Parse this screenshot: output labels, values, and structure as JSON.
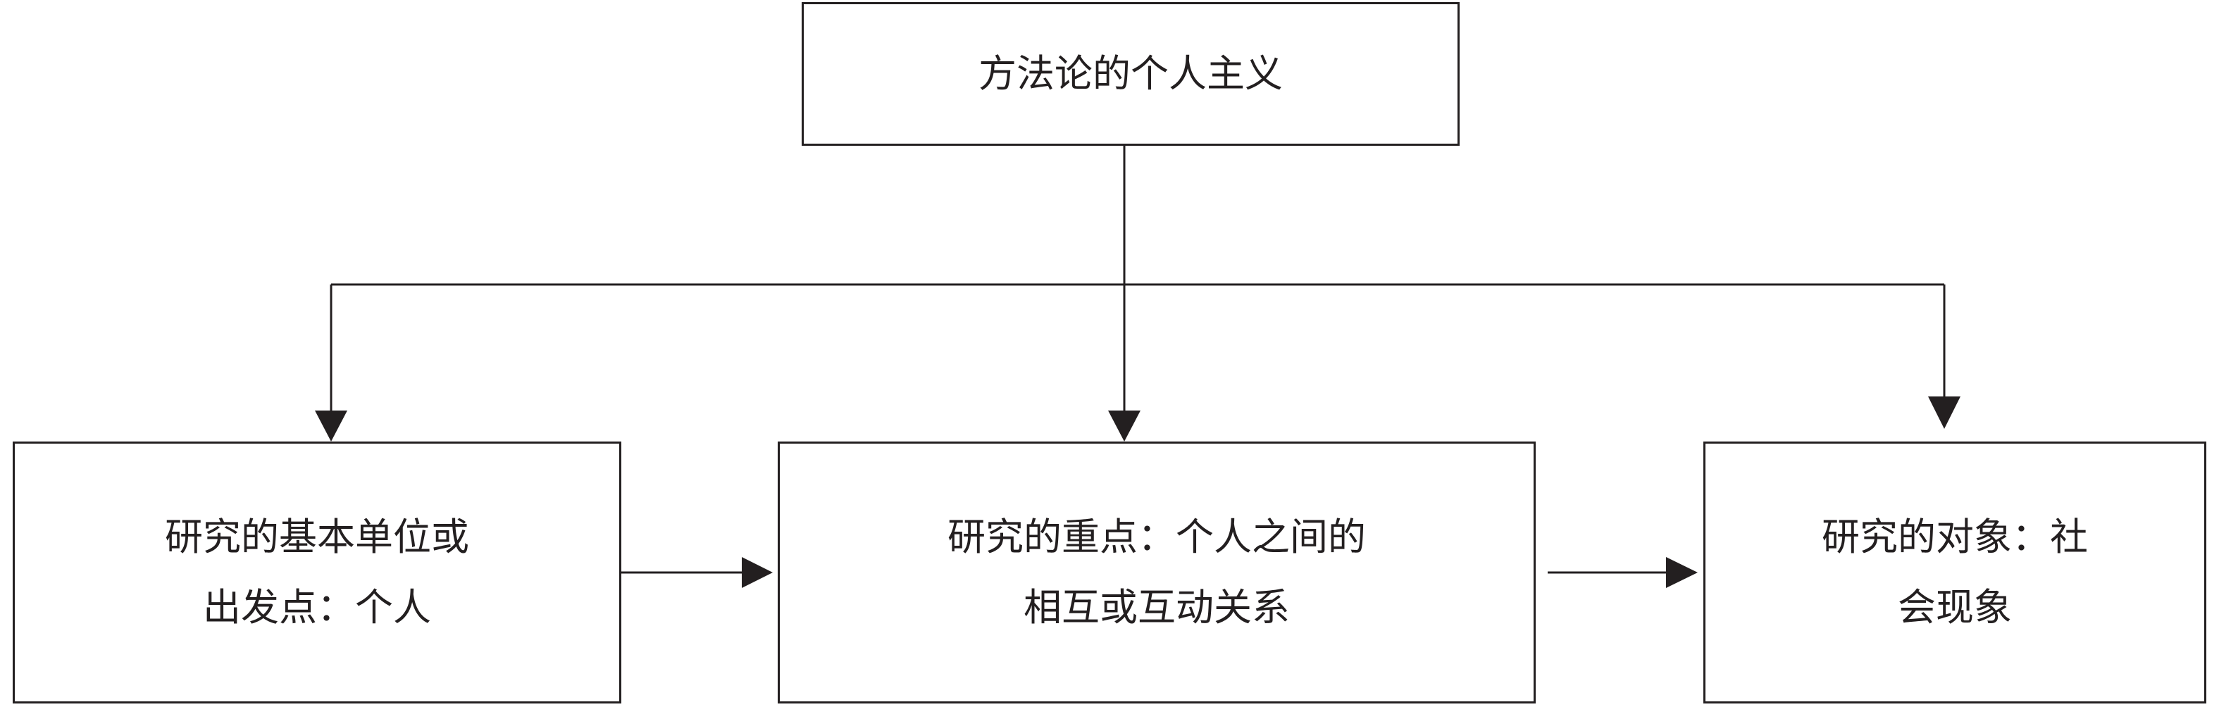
{
  "diagram": {
    "root": {
      "text": "方法论的个人主义"
    },
    "children": [
      {
        "lines": [
          "研究的基本单位或",
          "出发点：个人"
        ]
      },
      {
        "lines": [
          "研究的重点：个人之间的",
          "相互或互动关系"
        ]
      },
      {
        "lines": [
          "研究的对象：社",
          "会现象"
        ]
      }
    ]
  },
  "colors": {
    "stroke": "#231f20",
    "background": "#ffffff"
  }
}
